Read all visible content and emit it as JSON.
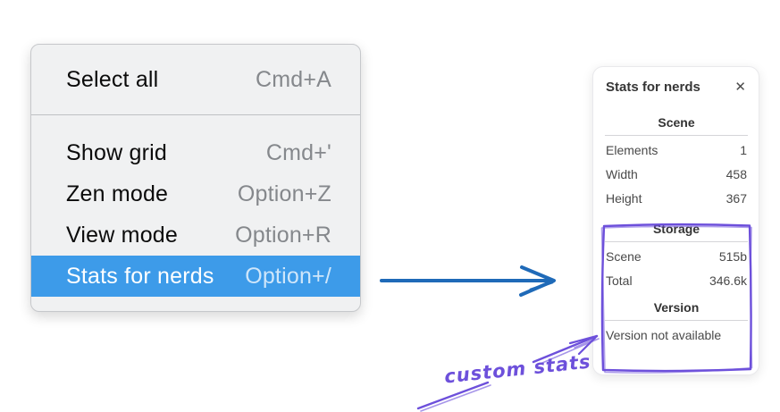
{
  "context_menu": {
    "items": [
      {
        "label": "Select all",
        "shortcut": "Cmd+A",
        "selected": false
      },
      {
        "label": "Show grid",
        "shortcut": "Cmd+'",
        "selected": false
      },
      {
        "label": "Zen mode",
        "shortcut": "Option+Z",
        "selected": false
      },
      {
        "label": "View mode",
        "shortcut": "Option+R",
        "selected": false
      },
      {
        "label": "Stats for nerds",
        "shortcut": "Option+/",
        "selected": true
      }
    ]
  },
  "stats_panel": {
    "title": "Stats for nerds",
    "close_icon": "✕",
    "sections": [
      {
        "header": "Scene",
        "rows": [
          {
            "label": "Elements",
            "value": "1"
          },
          {
            "label": "Width",
            "value": "458"
          },
          {
            "label": "Height",
            "value": "367"
          }
        ]
      },
      {
        "header": "Storage",
        "rows": [
          {
            "label": "Scene",
            "value": "515b"
          },
          {
            "label": "Total",
            "value": "346.6k"
          }
        ]
      },
      {
        "header": "Version",
        "note": "Version not available"
      }
    ]
  },
  "annotation": {
    "label": "custom stats"
  },
  "colors": {
    "menu_highlight": "#3d9be9",
    "menu_background": "#f0f1f2",
    "blue_arrow": "#1f6ab8",
    "annotation_purple": "#6d50db"
  }
}
